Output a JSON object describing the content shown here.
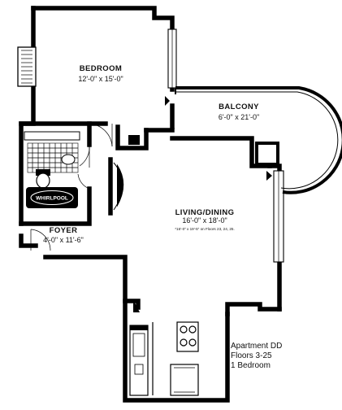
{
  "rooms": {
    "bedroom": {
      "name": "BEDROOM",
      "size": "12'-0\" x 15'-0\""
    },
    "balcony": {
      "name": "BALCONY",
      "size": "6'-0\" x 21'-0\""
    },
    "living": {
      "name": "LIVING/DINING",
      "size": "16'-0\" x 18'-0\"",
      "note": "*16'-0\" x 19'-5\" on Floors 23, 24, 25."
    },
    "foyer": {
      "name": "FOYER",
      "size": "4'-0\" x 11'-6\""
    }
  },
  "fixtures": {
    "whirlpool": "WHIRLPOOL"
  },
  "info": {
    "apartment": "Apartment DD",
    "floors": "Floors 3-25",
    "type": "1 Bedroom"
  }
}
